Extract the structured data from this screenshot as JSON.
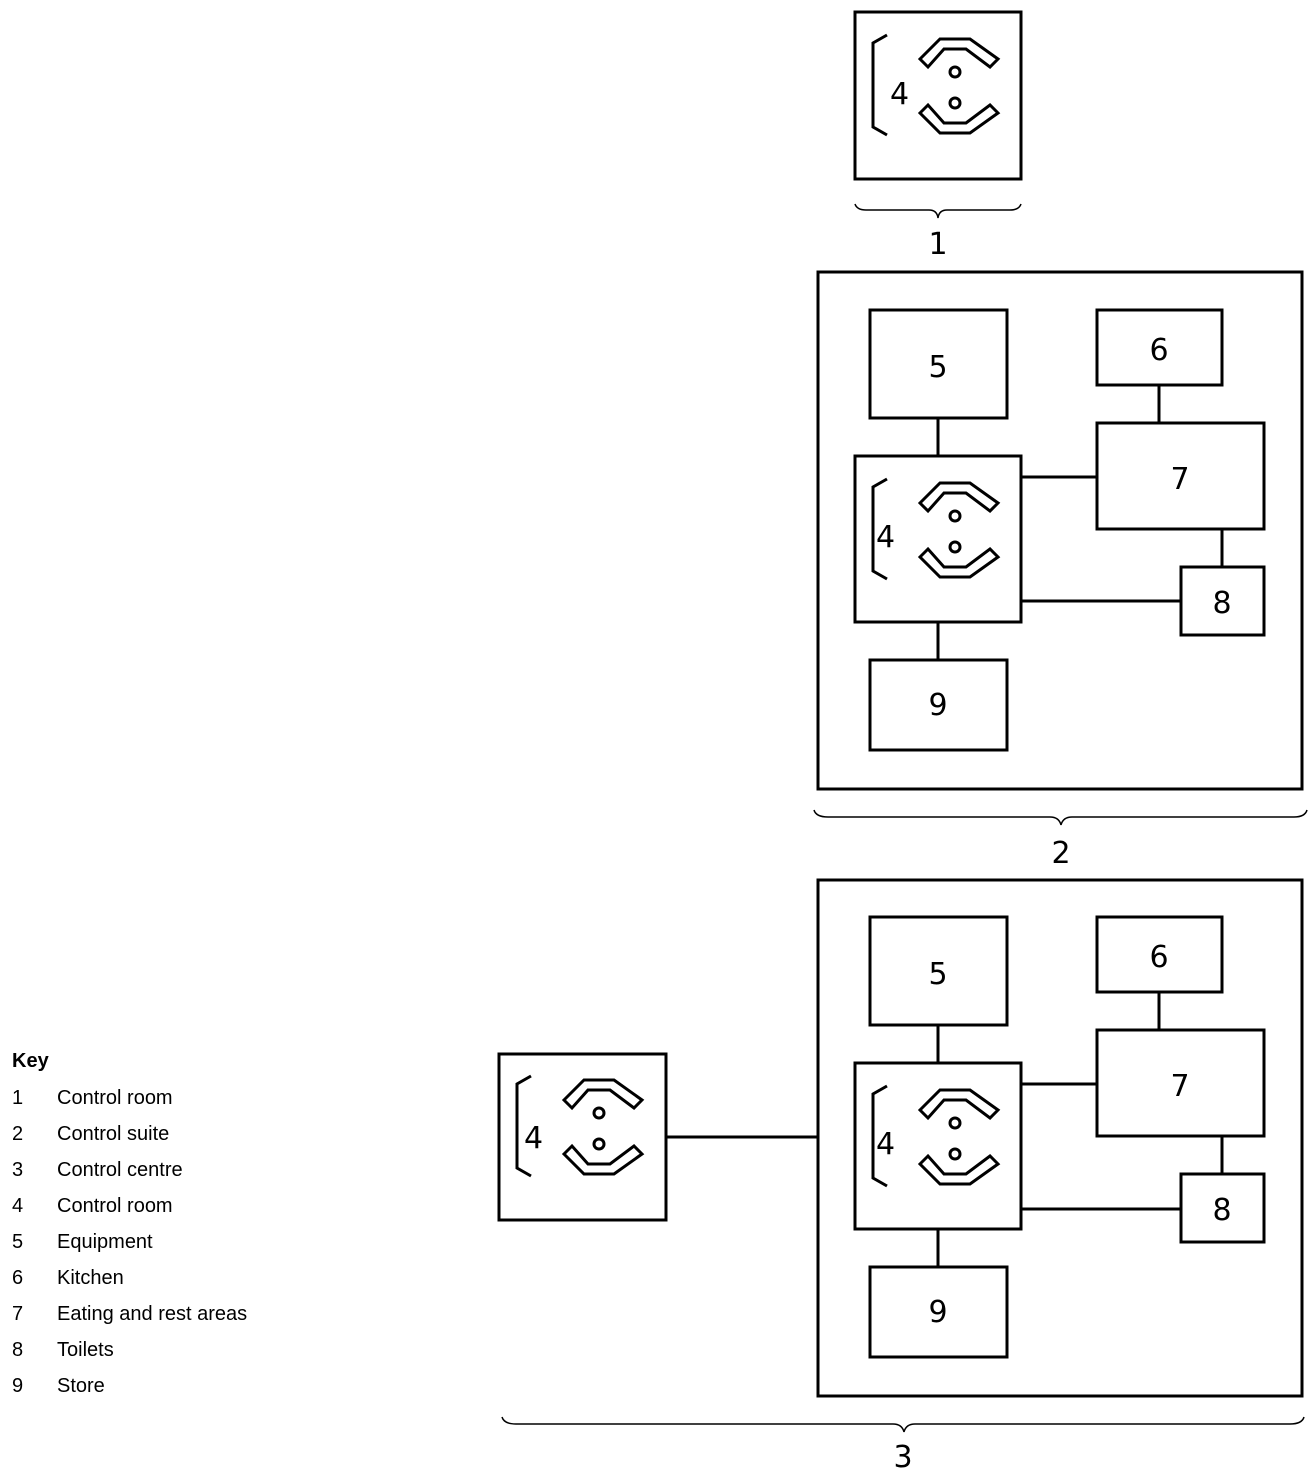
{
  "key": {
    "title": "Key",
    "items": [
      {
        "num": "1",
        "label": "Control room"
      },
      {
        "num": "2",
        "label": "Control suite"
      },
      {
        "num": "3",
        "label": "Control centre"
      },
      {
        "num": "4",
        "label": "Control room"
      },
      {
        "num": "5",
        "label": "Equipment"
      },
      {
        "num": "6",
        "label": "Kitchen"
      },
      {
        "num": "7",
        "label": "Eating and rest areas"
      },
      {
        "num": "8",
        "label": "Toilets"
      },
      {
        "num": "9",
        "label": "Store"
      }
    ]
  },
  "labels": {
    "n1": "1",
    "n2": "2",
    "n3": "3",
    "n4": "4",
    "n5": "5",
    "n6": "6",
    "n7": "7",
    "n8": "8",
    "n9": "9"
  }
}
